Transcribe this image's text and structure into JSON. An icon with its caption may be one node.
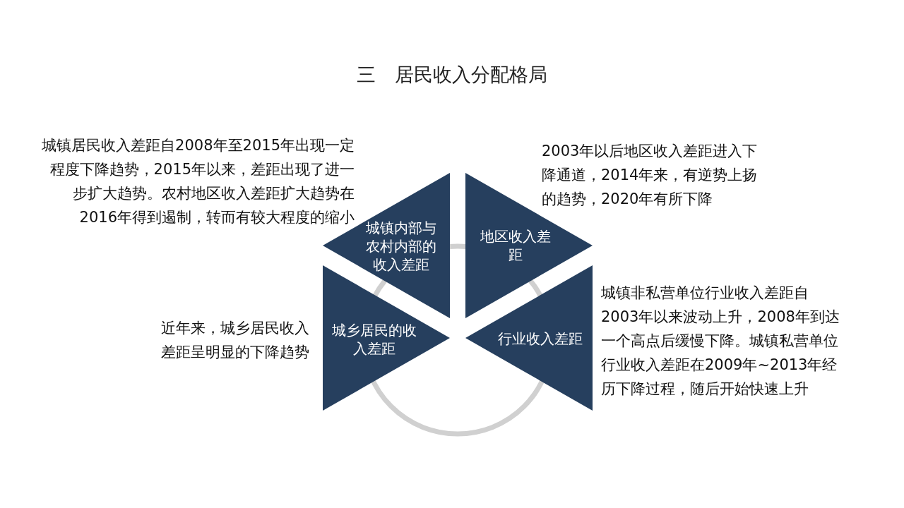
{
  "diagram": {
    "title": "三 居民收入分配格局",
    "nodes": [
      {
        "text": [
          "城镇内部与农村内部的收入差距"
        ],
        "beside": [
          "城镇居民收入差距自2008年至2015年出现一定程度下降趋势，2015年以来，差距出现了进一步扩大趋势。农村地区收入差距扩大趋势在2016年得到遏制，转而有较大程度的缩小"
        ]
      },
      {
        "text": [
          "地区收入差距"
        ],
        "beside": [
          "2003年以后地区收入差距进入下降通道，2014年来，有逆势上扬的趋势，2020年有所下降"
        ]
      },
      {
        "text": [
          "城乡居民的收入差距"
        ],
        "beside": [
          "近年来，城乡居民收入差距呈明显的下降趋势"
        ]
      },
      {
        "text": [
          "行业收入差距"
        ],
        "beside": [
          "城镇非私营单位行业收入差距自2003年以来波动上升，2008年到达一个高点后缓慢下降。城镇私营单位行业收入差距在2009年~2013年经历下降过程，随后开始快速上升"
        ]
      }
    ]
  }
}
